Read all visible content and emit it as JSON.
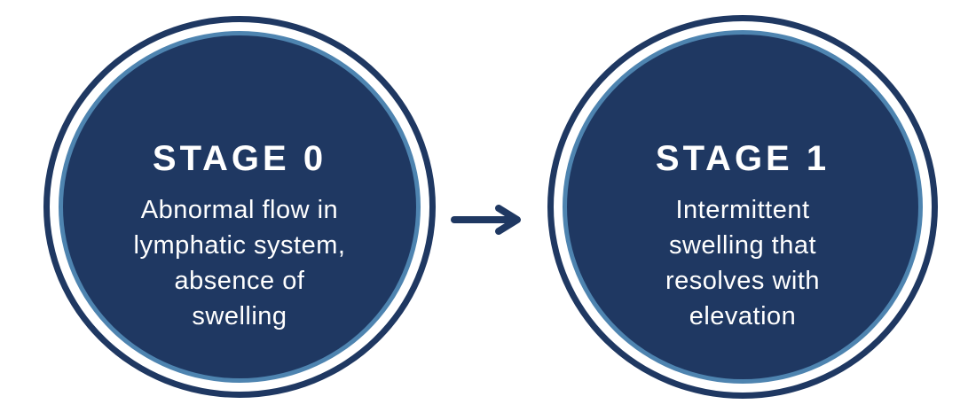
{
  "colors": {
    "navy": "#1f3862",
    "light_blue": "#4e84b0",
    "background": "#ffffff",
    "text": "#ffffff"
  },
  "stages": [
    {
      "title": "STAGE 0",
      "text": "Abnormal flow in lymphatic system, absence of swelling",
      "lines": [
        "Abnormal flow in",
        "lymphatic system,",
        "absence of",
        "swelling"
      ]
    },
    {
      "title": "STAGE 1",
      "text": "Intermittent swelling that resolves with elevation",
      "lines": [
        "Intermittent",
        "swelling that",
        "resolves with",
        "elevation"
      ]
    }
  ],
  "arrow": {
    "direction": "right"
  }
}
